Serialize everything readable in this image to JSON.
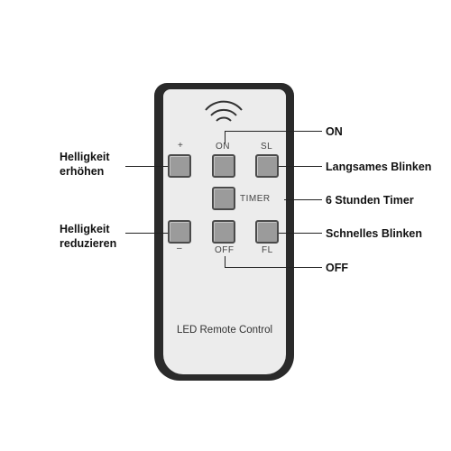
{
  "remote": {
    "brand_label": "LED Remote Control",
    "icons": {
      "signal": "wireless-signal-icon"
    },
    "button_labels": {
      "plus": "+",
      "on": "ON",
      "sl": "SL",
      "timer": "TIMER",
      "minus": "–",
      "off": "OFF",
      "fl": "FL"
    }
  },
  "callouts": {
    "increase_brightness_line1": "Helligkeit",
    "increase_brightness_line2": "erhöhen",
    "reduce_brightness_line1": "Helligkeit",
    "reduce_brightness_line2": "reduzieren",
    "on": "ON",
    "slow_blink": "Langsames Blinken",
    "timer_6h": "6 Stunden Timer",
    "fast_blink": "Schnelles Blinken",
    "off": "OFF"
  },
  "colors": {
    "remote_body": "#2a2a2a",
    "remote_face": "#ececec",
    "button_fill": "#9b9b9b"
  }
}
